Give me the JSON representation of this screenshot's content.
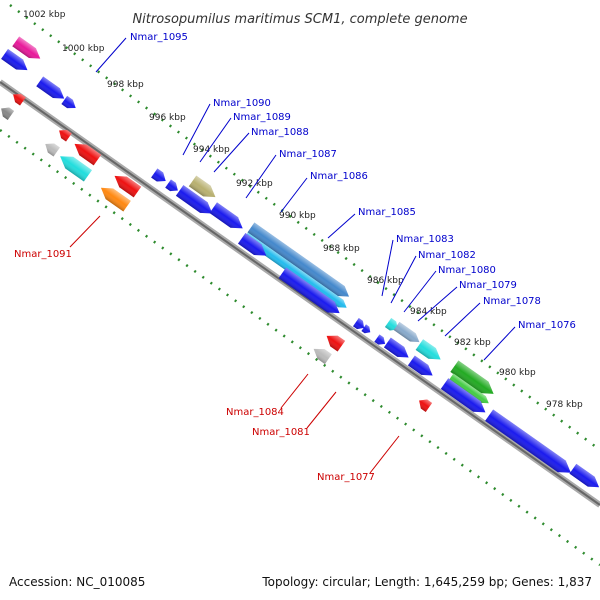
{
  "title": "Nitrosopumilus maritimus SCM1, complete genome",
  "footer": {
    "accession": "Accession: NC_010085",
    "summary": "Topology: circular; Length: 1,645,259 bp; Genes: 1,837"
  },
  "colors": {
    "backbone": "#888888",
    "ticks": "#2e8b2e",
    "label_plus": "#0000cc",
    "label_minus": "#cc0000"
  },
  "ticks": [
    {
      "id": "1002",
      "label": "1002 kbp"
    },
    {
      "id": "1000",
      "label": "1000 kbp"
    },
    {
      "id": "998",
      "label": "998 kbp"
    },
    {
      "id": "996",
      "label": "996 kbp"
    },
    {
      "id": "994",
      "label": "994 kbp"
    },
    {
      "id": "992",
      "label": "992 kbp"
    },
    {
      "id": "990",
      "label": "990 kbp"
    },
    {
      "id": "988",
      "label": "988 kbp"
    },
    {
      "id": "986",
      "label": "986 kbp"
    },
    {
      "id": "984",
      "label": "984 kbp"
    },
    {
      "id": "982",
      "label": "982 kbp"
    },
    {
      "id": "980",
      "label": "980 kbp"
    },
    {
      "id": "978",
      "label": "978 kbp"
    }
  ],
  "gene_labels": [
    {
      "id": "1095",
      "text": "Nmar_1095",
      "strand": "plus"
    },
    {
      "id": "1090",
      "text": "Nmar_1090",
      "strand": "plus"
    },
    {
      "id": "1089",
      "text": "Nmar_1089",
      "strand": "plus"
    },
    {
      "id": "1088",
      "text": "Nmar_1088",
      "strand": "plus"
    },
    {
      "id": "1087",
      "text": "Nmar_1087",
      "strand": "plus"
    },
    {
      "id": "1086",
      "text": "Nmar_1086",
      "strand": "plus"
    },
    {
      "id": "1085",
      "text": "Nmar_1085",
      "strand": "plus"
    },
    {
      "id": "1083",
      "text": "Nmar_1083",
      "strand": "plus"
    },
    {
      "id": "1082",
      "text": "Nmar_1082",
      "strand": "plus"
    },
    {
      "id": "1080",
      "text": "Nmar_1080",
      "strand": "plus"
    },
    {
      "id": "1079",
      "text": "Nmar_1079",
      "strand": "plus"
    },
    {
      "id": "1078",
      "text": "Nmar_1078",
      "strand": "plus"
    },
    {
      "id": "1076",
      "text": "Nmar_1076",
      "strand": "plus"
    },
    {
      "id": "1091",
      "text": "Nmar_1091",
      "strand": "minus"
    },
    {
      "id": "1084",
      "text": "Nmar_1084",
      "strand": "minus"
    },
    {
      "id": "1081",
      "text": "Nmar_1081",
      "strand": "minus"
    },
    {
      "id": "1077",
      "text": "Nmar_1077",
      "strand": "minus"
    }
  ]
}
